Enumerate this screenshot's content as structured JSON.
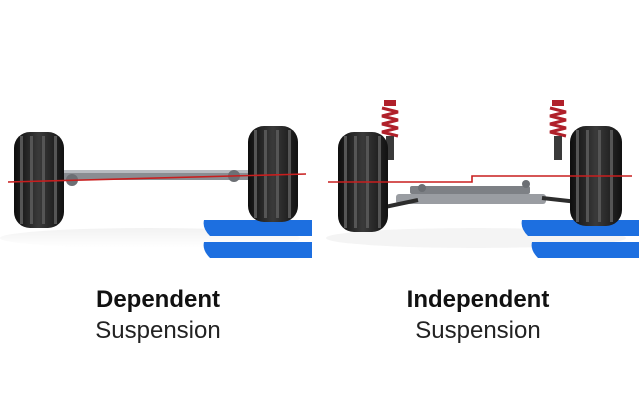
{
  "panels": [
    {
      "title": "Dependent",
      "subtitle": "Suspension"
    },
    {
      "title": "Independent",
      "subtitle": "Suspension"
    }
  ],
  "colors": {
    "tire": "#1c1c1c",
    "ramp": "#1d6fe0",
    "reference_line": "#c81e1e",
    "spring": "#b0202a",
    "axle": "#8a8d92"
  }
}
